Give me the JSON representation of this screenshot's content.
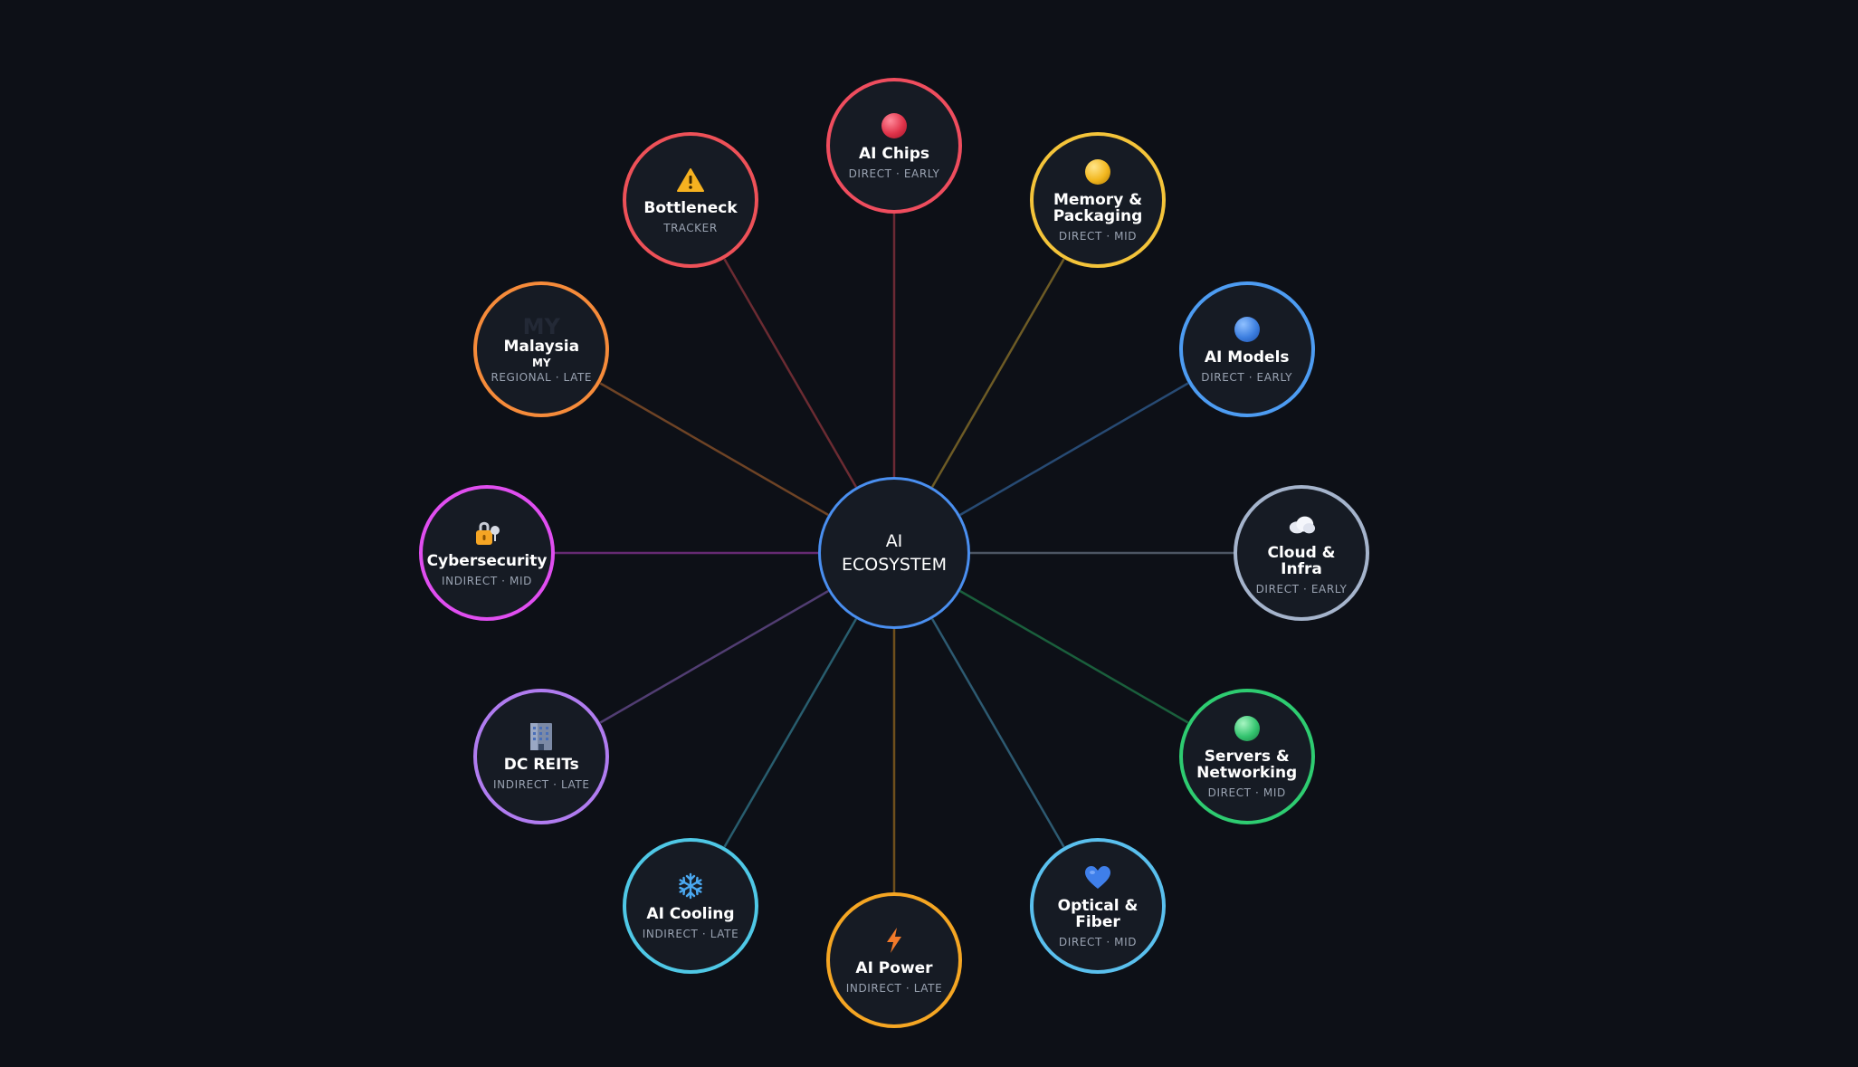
{
  "hub": {
    "line1": "AI",
    "line2": "ECOSYSTEM",
    "color": "#4a8ff0"
  },
  "nodes": [
    {
      "key": "ai-chips",
      "title": "AI Chips",
      "sub": "DIRECT · EARLY",
      "color": "#ef4d5e",
      "icon": "red-sphere-icon"
    },
    {
      "key": "memory-packaging",
      "title": "Memory & Packaging",
      "sub": "DIRECT · MID",
      "color": "#f4c43a",
      "icon": "yellow-sphere-icon"
    },
    {
      "key": "ai-models",
      "title": "AI Models",
      "sub": "DIRECT · EARLY",
      "color": "#4d9cf2",
      "icon": "blue-sphere-icon"
    },
    {
      "key": "cloud-infra",
      "title": "Cloud & Infra",
      "sub": "DIRECT · EARLY",
      "color": "#a5b4cc",
      "icon": "cloud-icon"
    },
    {
      "key": "servers-networking",
      "title": "Servers & Networking",
      "sub": "DIRECT · MID",
      "color": "#2ecc71",
      "icon": "green-sphere-icon"
    },
    {
      "key": "optical-fiber",
      "title": "Optical & Fiber",
      "sub": "DIRECT · MID",
      "color": "#5ac0ee",
      "icon": "blue-heart-icon"
    },
    {
      "key": "ai-power",
      "title": "AI Power",
      "sub": "INDIRECT · LATE",
      "color": "#f5a623",
      "icon": "lightning-icon"
    },
    {
      "key": "ai-cooling",
      "title": "AI Cooling",
      "sub": "INDIRECT · LATE",
      "color": "#4fc8e6",
      "icon": "snowflake-icon"
    },
    {
      "key": "dc-reits",
      "title": "DC REITs",
      "sub": "INDIRECT · LATE",
      "color": "#b07cf0",
      "icon": "office-building-icon"
    },
    {
      "key": "cybersecurity",
      "title": "Cybersecurity",
      "sub": "INDIRECT · MID",
      "color": "#e04ef0",
      "icon": "lock-icon"
    },
    {
      "key": "malaysia",
      "title": "Malaysia",
      "sub": "REGIONAL · LATE",
      "code": "MY",
      "ghost": "MY",
      "color": "#f68b3a",
      "icon": "flag-placeholder-icon"
    },
    {
      "key": "bottleneck",
      "title": "Bottleneck",
      "sub": "TRACKER",
      "color": "#ee5158",
      "icon": "warning-icon"
    }
  ]
}
